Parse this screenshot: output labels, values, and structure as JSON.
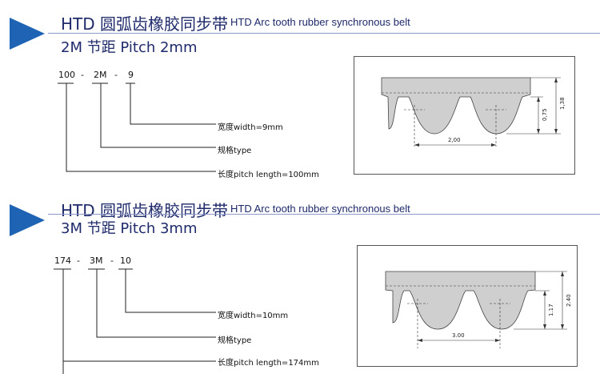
{
  "sections": [
    {
      "title_cn": "HTD 圆弧齿橡胶同步带",
      "title_en": "HTD Arc tooth rubber synchronous belt",
      "pitch_title": "2M 节距 Pitch 2mm",
      "code": {
        "length": "100",
        "sep1": "-",
        "pitch": "2M",
        "sep2": "-",
        "width": "9"
      },
      "labels": {
        "width": "宽度width=9mm",
        "type": "规格type",
        "length": "长度pitch length=100mm"
      },
      "dims": {
        "pitch": "2,00",
        "total_height": "1,38",
        "tooth_height": "0,75"
      }
    },
    {
      "title_cn": "HTD 圆弧齿橡胶同步带",
      "title_en": "HTD Arc tooth rubber synchronous belt",
      "pitch_title": "3M 节距 Pitch 3mm",
      "code": {
        "length": "174",
        "sep1": "-",
        "pitch": "3M",
        "sep2": "-",
        "width": "10"
      },
      "labels": {
        "width": "宽度width=10mm",
        "type": "规格type",
        "length": "长度pitch length=174mm"
      },
      "dims": {
        "pitch": "3.00",
        "total_height": "2.40",
        "tooth_height": "1.17"
      }
    }
  ],
  "colors": {
    "accent_triangle": "#1f63b4",
    "title_text": "#1f2a6b",
    "belt_fill": "#cfcfcf"
  }
}
